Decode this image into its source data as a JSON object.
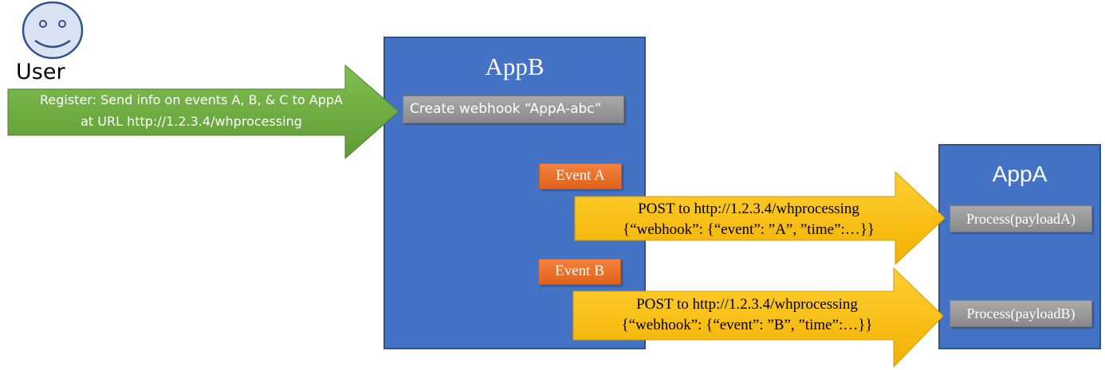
{
  "user": {
    "label": "User",
    "icon": "smiley-face-icon"
  },
  "register_arrow": {
    "line1": "Register: Send info on events A, B, & C to AppA",
    "line2": "at URL http://1.2.3.4/whprocessing",
    "color": "#70ad47"
  },
  "appb": {
    "title": "AppB",
    "create_webhook": "Create webhook “AppA-abc”",
    "events": [
      {
        "label": "Event A"
      },
      {
        "label": "Event B"
      }
    ]
  },
  "appa": {
    "title": "AppA",
    "processes": [
      {
        "label": "Process(payloadA)"
      },
      {
        "label": "Process(payloadB)"
      }
    ]
  },
  "post_arrows": [
    {
      "line1": "POST to http://1.2.3.4/whprocessing",
      "line2": "{“webhook”: {“event”: ”A”, ”time”:…}}"
    },
    {
      "line1": "POST to http://1.2.3.4/whprocessing",
      "line2": "{“webhook”: {“event”: ”B”, ”time”:…}}"
    }
  ],
  "colors": {
    "box_blue": "#4472c4",
    "arrow_yellow": "#ffc000",
    "event_orange": "#ed7d31",
    "tag_gray": "#a5a5a5"
  }
}
